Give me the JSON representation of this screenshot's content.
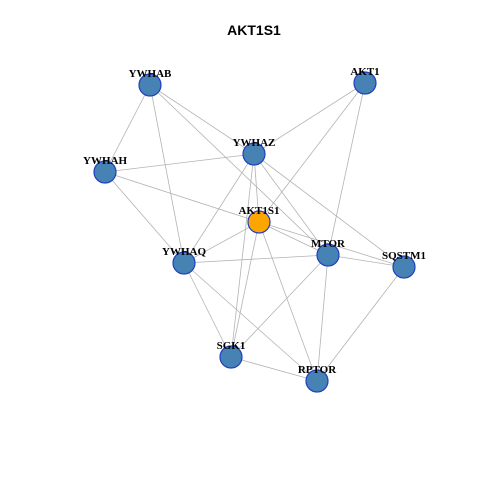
{
  "title": "AKT1S1",
  "colors": {
    "node_default": "#4682b4",
    "node_focus": "#ffa500",
    "node_border": "#1f3fbf",
    "edge": "#b3b3b3"
  },
  "graph": {
    "focus": "AKT1S1",
    "nodes": [
      {
        "id": "YWHAB"
      },
      {
        "id": "AKT1"
      },
      {
        "id": "YWHAZ"
      },
      {
        "id": "YWHAH"
      },
      {
        "id": "AKT1S1"
      },
      {
        "id": "MTOR"
      },
      {
        "id": "SQSTM1"
      },
      {
        "id": "YWHAQ"
      },
      {
        "id": "SGK1"
      },
      {
        "id": "RPTOR"
      }
    ],
    "edges": [
      [
        "YWHAB",
        "YWHAH"
      ],
      [
        "YWHAB",
        "YWHAZ"
      ],
      [
        "YWHAB",
        "YWHAQ"
      ],
      [
        "YWHAB",
        "MTOR"
      ],
      [
        "AKT1",
        "YWHAZ"
      ],
      [
        "AKT1",
        "AKT1S1"
      ],
      [
        "AKT1",
        "MTOR"
      ],
      [
        "YWHAH",
        "YWHAZ"
      ],
      [
        "YWHAH",
        "YWHAQ"
      ],
      [
        "YWHAH",
        "AKT1S1"
      ],
      [
        "YWHAZ",
        "AKT1S1"
      ],
      [
        "YWHAZ",
        "YWHAQ"
      ],
      [
        "YWHAZ",
        "MTOR"
      ],
      [
        "YWHAZ",
        "SQSTM1"
      ],
      [
        "YWHAZ",
        "SGK1"
      ],
      [
        "AKT1S1",
        "YWHAQ"
      ],
      [
        "AKT1S1",
        "MTOR"
      ],
      [
        "AKT1S1",
        "SGK1"
      ],
      [
        "AKT1S1",
        "RPTOR"
      ],
      [
        "YWHAQ",
        "MTOR"
      ],
      [
        "YWHAQ",
        "SGK1"
      ],
      [
        "YWHAQ",
        "RPTOR"
      ],
      [
        "MTOR",
        "SQSTM1"
      ],
      [
        "MTOR",
        "SGK1"
      ],
      [
        "MTOR",
        "RPTOR"
      ],
      [
        "SQSTM1",
        "RPTOR"
      ],
      [
        "SGK1",
        "RPTOR"
      ],
      [
        "AKT1S1",
        "SQSTM1"
      ]
    ]
  }
}
